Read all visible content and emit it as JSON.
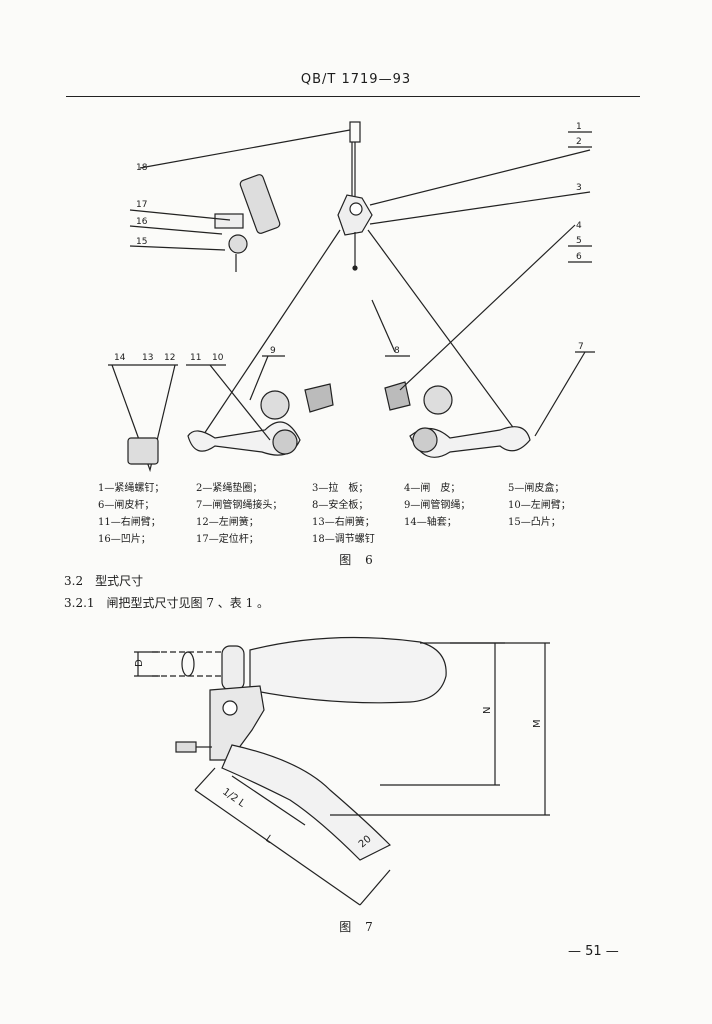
{
  "header": {
    "standard_code": "QB/T 1719—93"
  },
  "figure6": {
    "callouts": [
      "1",
      "2",
      "3",
      "4",
      "5",
      "6",
      "7",
      "8",
      "9",
      "10",
      "11",
      "12",
      "13",
      "14",
      "15",
      "16",
      "17",
      "18"
    ],
    "legend_rows": [
      [
        "1—紧绳螺钉；",
        "2—紧绳垫圈；",
        "3—拉　板；",
        "4—闸　皮；",
        "5—闸皮盒；"
      ],
      [
        "6—闸皮杆；",
        "7—闸管钢绳接头；",
        "8—安全板；",
        "9—闸管钢绳；",
        "10—左闸臂；"
      ],
      [
        "11—右闸臂；",
        "12—左闸簧；",
        "13—右闸簧；",
        "14—轴套；",
        "15—凸片；"
      ],
      [
        "16—凹片；",
        "17—定位杆；",
        "18—调节螺钉",
        "",
        ""
      ]
    ],
    "caption": "图 6"
  },
  "section": {
    "title": "3.2　型式尺寸",
    "body": "3.2.1　闸把型式尺寸见图 7 、表 1 。"
  },
  "figure7": {
    "dimension_labels": {
      "D": "D",
      "N": "N",
      "M": "M",
      "L": "L",
      "half_L": "1/2 L",
      "angle": "20"
    },
    "caption": "图 7"
  },
  "footer": {
    "page_number": "— 51 —"
  }
}
